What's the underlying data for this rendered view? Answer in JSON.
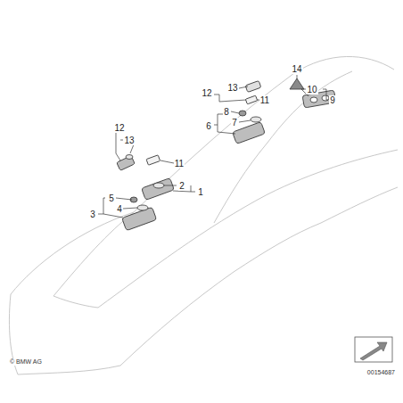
{
  "diagram": {
    "labels": [
      "14",
      "12",
      "13",
      "10",
      "9",
      "11",
      "8",
      "7",
      "6",
      "12",
      "13",
      "11",
      "2",
      "1",
      "5",
      "4",
      "3",
      "© BMW AG",
      "00154687"
    ]
  }
}
